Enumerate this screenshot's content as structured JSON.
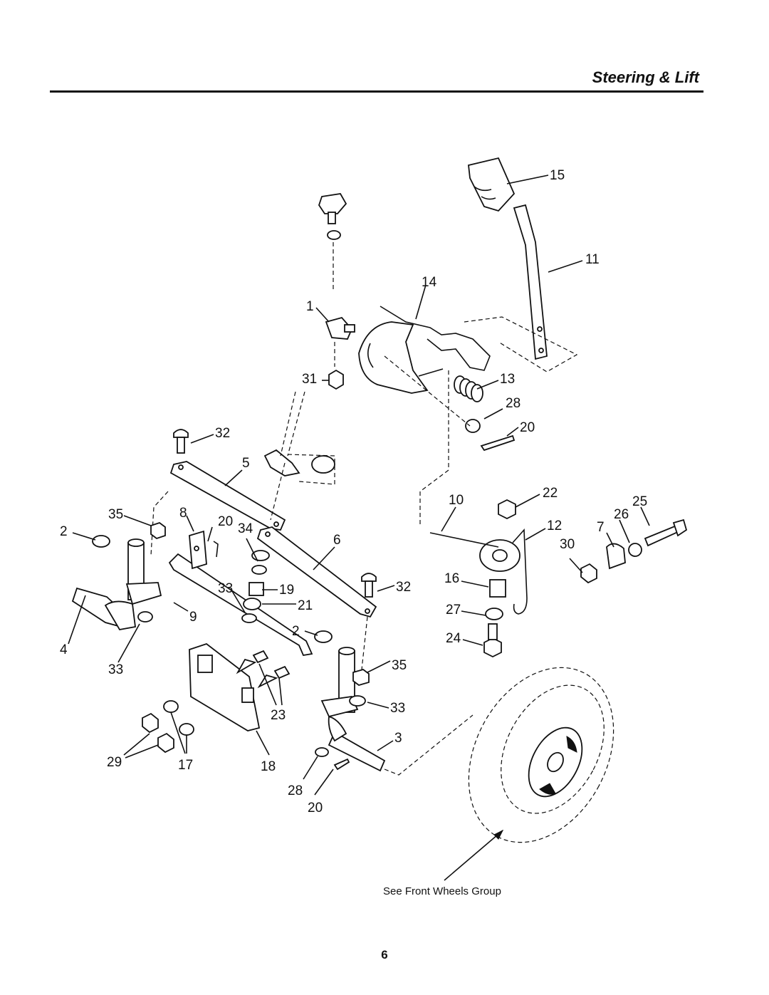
{
  "header": {
    "title": "Steering & Lift"
  },
  "callouts": [
    {
      "id": "c15",
      "label": "15"
    },
    {
      "id": "c11",
      "label": "11"
    },
    {
      "id": "c14",
      "label": "14"
    },
    {
      "id": "c1",
      "label": "1"
    },
    {
      "id": "c31",
      "label": "31"
    },
    {
      "id": "c13",
      "label": "13"
    },
    {
      "id": "c28a",
      "label": "28"
    },
    {
      "id": "c20a",
      "label": "20"
    },
    {
      "id": "c32a",
      "label": "32"
    },
    {
      "id": "c5",
      "label": "5"
    },
    {
      "id": "c10",
      "label": "10"
    },
    {
      "id": "c22",
      "label": "22"
    },
    {
      "id": "c25",
      "label": "25"
    },
    {
      "id": "c26",
      "label": "26"
    },
    {
      "id": "c7",
      "label": "7"
    },
    {
      "id": "c12",
      "label": "12"
    },
    {
      "id": "c30",
      "label": "30"
    },
    {
      "id": "c35a",
      "label": "35"
    },
    {
      "id": "c8",
      "label": "8"
    },
    {
      "id": "c20b",
      "label": "20"
    },
    {
      "id": "c34",
      "label": "34"
    },
    {
      "id": "c6",
      "label": "6"
    },
    {
      "id": "c2a",
      "label": "2"
    },
    {
      "id": "c33a",
      "label": "33"
    },
    {
      "id": "c19",
      "label": "19"
    },
    {
      "id": "c32b",
      "label": "32"
    },
    {
      "id": "c16",
      "label": "16"
    },
    {
      "id": "c21",
      "label": "21"
    },
    {
      "id": "c27",
      "label": "27"
    },
    {
      "id": "c9",
      "label": "9"
    },
    {
      "id": "c4",
      "label": "4"
    },
    {
      "id": "c2b",
      "label": "2"
    },
    {
      "id": "c24",
      "label": "24"
    },
    {
      "id": "c33b",
      "label": "33"
    },
    {
      "id": "c35b",
      "label": "35"
    },
    {
      "id": "c23",
      "label": "23"
    },
    {
      "id": "c33c",
      "label": "33"
    },
    {
      "id": "c3",
      "label": "3"
    },
    {
      "id": "c29",
      "label": "29"
    },
    {
      "id": "c17",
      "label": "17"
    },
    {
      "id": "c18",
      "label": "18"
    },
    {
      "id": "c28b",
      "label": "28"
    },
    {
      "id": "c20c",
      "label": "20"
    }
  ],
  "caption": "See Front Wheels Group",
  "footer": {
    "page_number": "6"
  }
}
